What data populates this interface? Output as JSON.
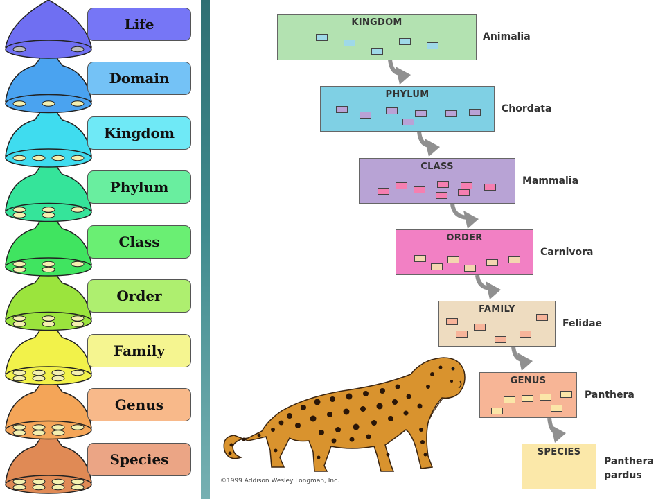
{
  "ranks_stack": {
    "labels": [
      "Life",
      "Domain",
      "Kingdom",
      "Phylum",
      "Class",
      "Order",
      "Family",
      "Genus",
      "Species"
    ],
    "colors": [
      "#6f6ff2",
      "#4aa3f0",
      "#3fdcef",
      "#35e49a",
      "#40e460",
      "#9be43d",
      "#f2f24a",
      "#f4a558",
      "#e08a55"
    ],
    "label_colors": [
      "#7676f6",
      "#74c2f6",
      "#6fe9f6",
      "#69ee9f",
      "#6aef73",
      "#aeef6f",
      "#f5f590",
      "#f8b98a",
      "#eba585"
    ]
  },
  "flow": {
    "levels": [
      {
        "title": "KINGDOM",
        "taxon": "Animalia",
        "color": "#b3e2b1",
        "chip_color": "#9fd9e8"
      },
      {
        "title": "PHYLUM",
        "taxon": "Chordata",
        "color": "#7fd0e4",
        "chip_color": "#b9a2d6"
      },
      {
        "title": "CLASS",
        "taxon": "Mammalia",
        "color": "#b8a3d5",
        "chip_color": "#f57fb0"
      },
      {
        "title": "ORDER",
        "taxon": "Carnivora",
        "color": "#f280c4",
        "chip_color": "#f4d6b0"
      },
      {
        "title": "FAMILY",
        "taxon": "Felidae",
        "color": "#eedcc0",
        "chip_color": "#f7b49a"
      },
      {
        "title": "GENUS",
        "taxon": "Panthera",
        "color": "#f7b596",
        "chip_color": "#fbe6a8"
      },
      {
        "title": "SPECIES",
        "taxon": "Panthera pardus",
        "color": "#fbe8a9",
        "chip_color": "#fbe8a9"
      }
    ],
    "copyright": "©1999 Addison Wesley Longman, Inc.",
    "arrow_color": "#909090"
  }
}
